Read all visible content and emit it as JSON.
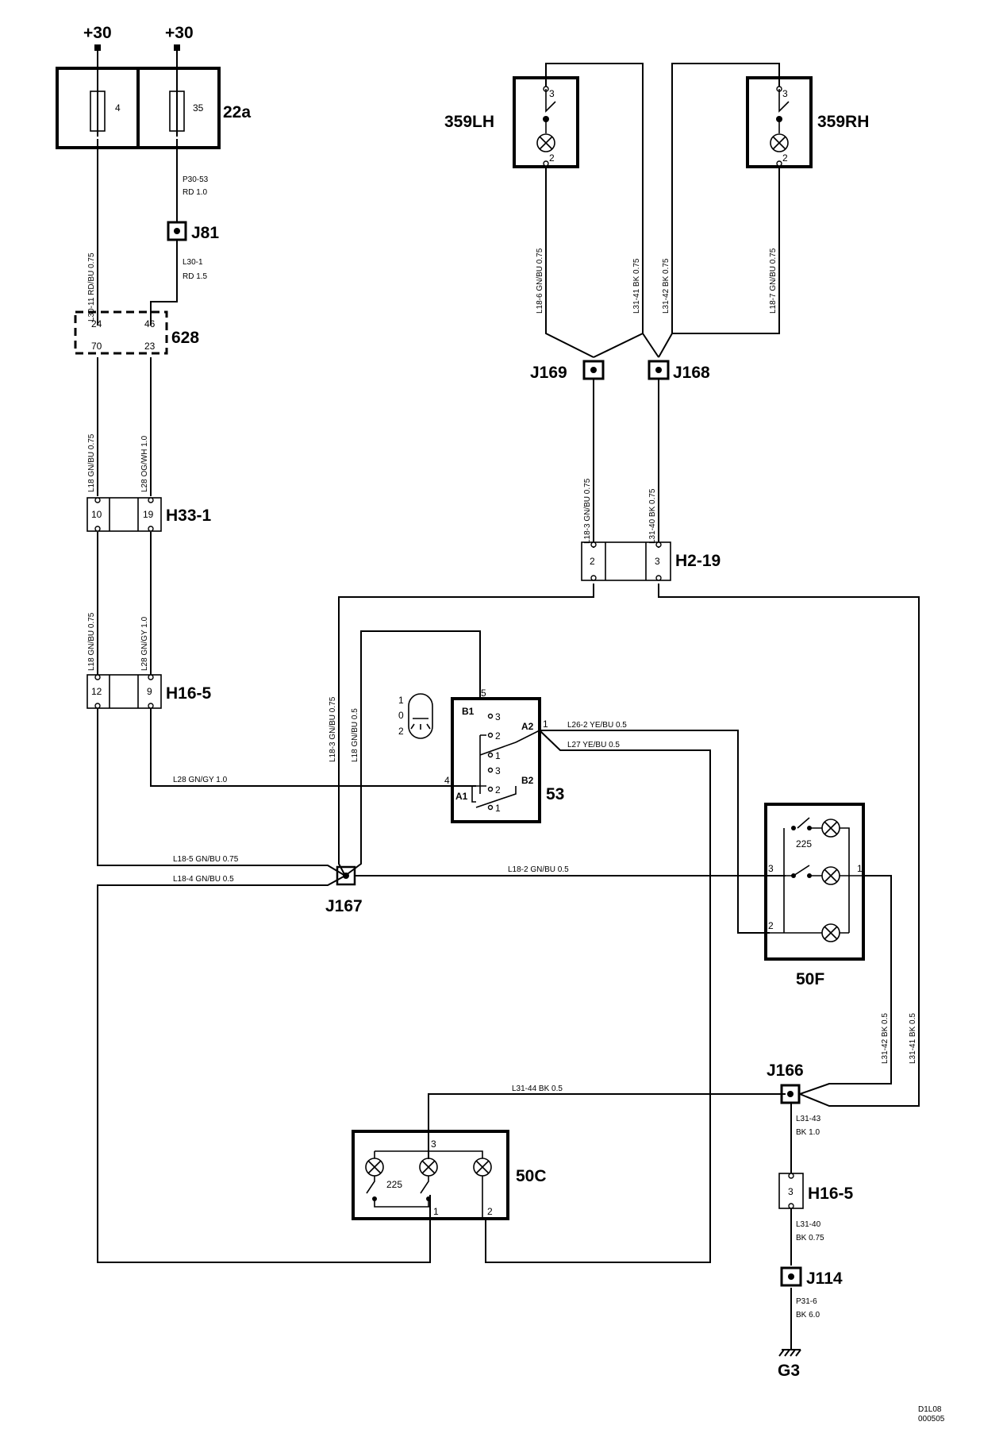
{
  "supply": {
    "left": "+30",
    "right": "+30"
  },
  "fusebox": {
    "id": "22a",
    "fuse_left": "4",
    "fuse_right": "35"
  },
  "wires": {
    "p30_53_code": "P30-53",
    "p30_53_spec": "RD  1.0",
    "l30_1_code": "L30-1",
    "l30_1_spec": "RD  1.5",
    "l30_11": "L30-11  RD/BU  0.75",
    "l18_a": "L18  GN/BU  0.75",
    "l28_a": "L28  OG/WH  1.0",
    "l18_b": "L18  GN/BU  0.75",
    "l28_b": "L28  GN/GY  1.0",
    "l28_h": "L28   GN/GY   1.0",
    "l18_5": "L18-5   GN/BU  0.75",
    "l18_4": "L18-4   GN/BU  0.5",
    "l18_3": "L18-3  GN/BU  0.75",
    "l18_v": "L18   GN/BU  0.5",
    "l18_2": "L18-2   GN/BU   0.5",
    "l26_2": "L26-2    YE/BU   0.5",
    "l27": "L27      YE/BU   0.5",
    "l18_6": "L18-6   GN/BU  0.75",
    "l31_41_top": "L31-41  BK  0.75",
    "l31_42_top": "L31-42  BK  0.75",
    "l18_7": "L18-7   GN/BU  0.75",
    "l18_3b": "L18-3  GN/BU  0.75",
    "l31_40b": "L31-40  BK  0.75",
    "l31_42": "L31-42  BK  0.5",
    "l31_41": "L31-41  BK  0.5",
    "l31_44": "L31-44   BK    0.5",
    "l31_43_code": "L31-43",
    "l31_43_spec": "BK  1.0",
    "l31_40_code": "L31-40",
    "l31_40_spec": "BK   0.75",
    "p31_6_code": "P31-6",
    "p31_6_spec": "BK   6.0"
  },
  "splices": {
    "j81": "J81",
    "j169": "J169",
    "j168": "J168",
    "j167": "J167",
    "j166": "J166",
    "j114": "J114"
  },
  "connectors": {
    "c628": {
      "id": "628",
      "p1": "24",
      "p2": "46",
      "p3": "70",
      "p4": "23"
    },
    "h33": {
      "id": "H33-1",
      "p1": "10",
      "p2": "19"
    },
    "h16a": {
      "id": "H16-5",
      "p1": "12",
      "p2": "9"
    },
    "h2": {
      "id": "H2-19",
      "p1": "2",
      "p2": "3"
    },
    "h16b": {
      "id": "H16-5",
      "p1": "3"
    }
  },
  "lamps": {
    "lh": {
      "id": "359LH",
      "p_top": "3",
      "p_bot": "2"
    },
    "rh": {
      "id": "359RH",
      "p_top": "3",
      "p_bot": "2"
    }
  },
  "switch53": {
    "id": "53",
    "b1": "B1",
    "a2": "A2",
    "b2": "B2",
    "a1": "A1",
    "pin5": "5",
    "pin1": "1",
    "pin4": "4",
    "c3a": "3",
    "c2a": "2",
    "c1a": "1",
    "c3b": "3",
    "c2b": "2",
    "c1b": "1",
    "pos1": "1",
    "pos0": "0",
    "pos2": "2"
  },
  "module50f": {
    "id": "50F",
    "inner": "225",
    "p3": "3",
    "p1": "1",
    "p2": "2"
  },
  "module50c": {
    "id": "50C",
    "inner": "225",
    "p3": "3",
    "p1": "1",
    "p2": "2"
  },
  "ground": {
    "id": "G3"
  },
  "drawing_code": {
    "line1": "D1L08",
    "line2": "000505"
  }
}
